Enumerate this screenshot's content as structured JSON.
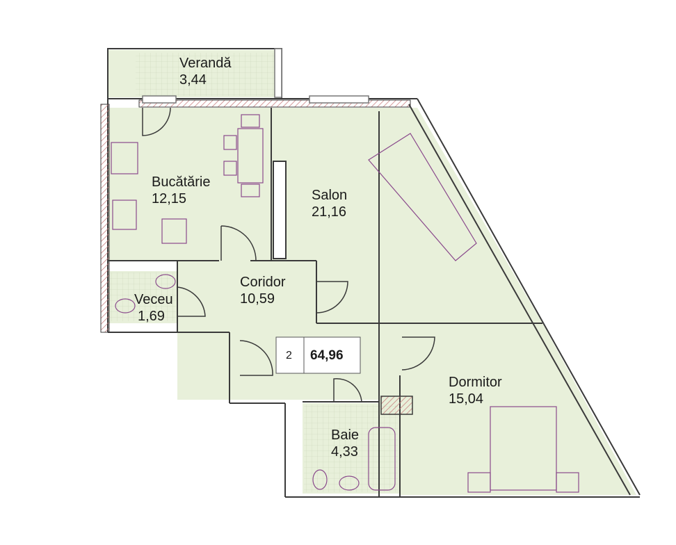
{
  "colors": {
    "floor": "#e8f0da",
    "wall": "#3a3a3a",
    "hatch": "#c77b7b",
    "furniture": "#8a4a8c",
    "window": "#777777"
  },
  "rooms": {
    "veranda": {
      "name": "Verandă",
      "area": "3,44"
    },
    "bucatarie": {
      "name": "Bucătărie",
      "area": "12,15"
    },
    "salon": {
      "name": "Salon",
      "area": "21,16"
    },
    "coridor": {
      "name": "Coridor",
      "area": "10,59"
    },
    "veceu": {
      "name": "Veceu",
      "area": "1,69"
    },
    "baie": {
      "name": "Baie",
      "area": "4,33"
    },
    "dormitor": {
      "name": "Dormitor",
      "area": "15,04"
    }
  },
  "badge": {
    "rooms": "2",
    "total": "64,96"
  }
}
